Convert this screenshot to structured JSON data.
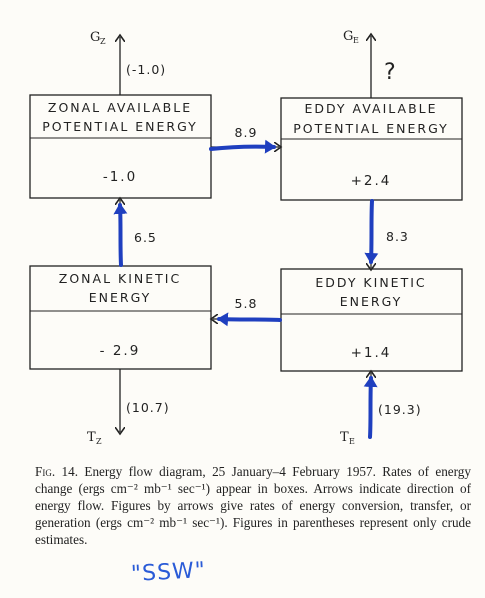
{
  "boxes": {
    "zonal_ape": {
      "title_line1": "ZONAL AVAILABLE",
      "title_line2": "POTENTIAL ENERGY",
      "value": "-1.0"
    },
    "eddy_ape": {
      "title_line1": "EDDY AVAILABLE",
      "title_line2": "POTENTIAL ENERGY",
      "value": "+2.4"
    },
    "zonal_ke": {
      "title_line1": "ZONAL KINETIC",
      "title_line2": "ENERGY",
      "value": "- 2.9"
    },
    "eddy_ke": {
      "title_line1": "EDDY KINETIC",
      "title_line2": "ENERGY",
      "value": "+1.4"
    }
  },
  "flows": {
    "ape_zonal_to_eddy": "8.9",
    "eddy_ape_to_eddy_ke": "8.3",
    "eddy_ke_to_zonal_ke": "5.8",
    "zonal_ke_to_zonal_ape": "6.5",
    "gz": {
      "symbol": "G",
      "subscript": "Z",
      "value": "(-1.0)"
    },
    "ge": {
      "symbol": "G",
      "subscript": "E",
      "value": "?"
    },
    "tz": {
      "symbol": "T",
      "subscript": "Z",
      "value": "(10.7)"
    },
    "te": {
      "symbol": "T",
      "subscript": "E",
      "value": "(19.3)"
    }
  },
  "caption": {
    "lead": "Fig. 14.",
    "text": "Energy flow diagram, 25 January–4 February 1957. Rates of energy change (ergs cm⁻² mb⁻¹ sec⁻¹) appear in boxes. Arrows indicate direction of energy flow. Figures by arrows give rates of energy conversion, transfer, or generation (ergs cm⁻² mb⁻¹ sec⁻¹). Figures in parentheses represent only crude estimates."
  },
  "annotation": {
    "text": "\"SSW\""
  },
  "colors": {
    "ink": "#222222",
    "marker_blue": "#1f3fbf",
    "handwriting_blue": "#2a5bd7"
  }
}
